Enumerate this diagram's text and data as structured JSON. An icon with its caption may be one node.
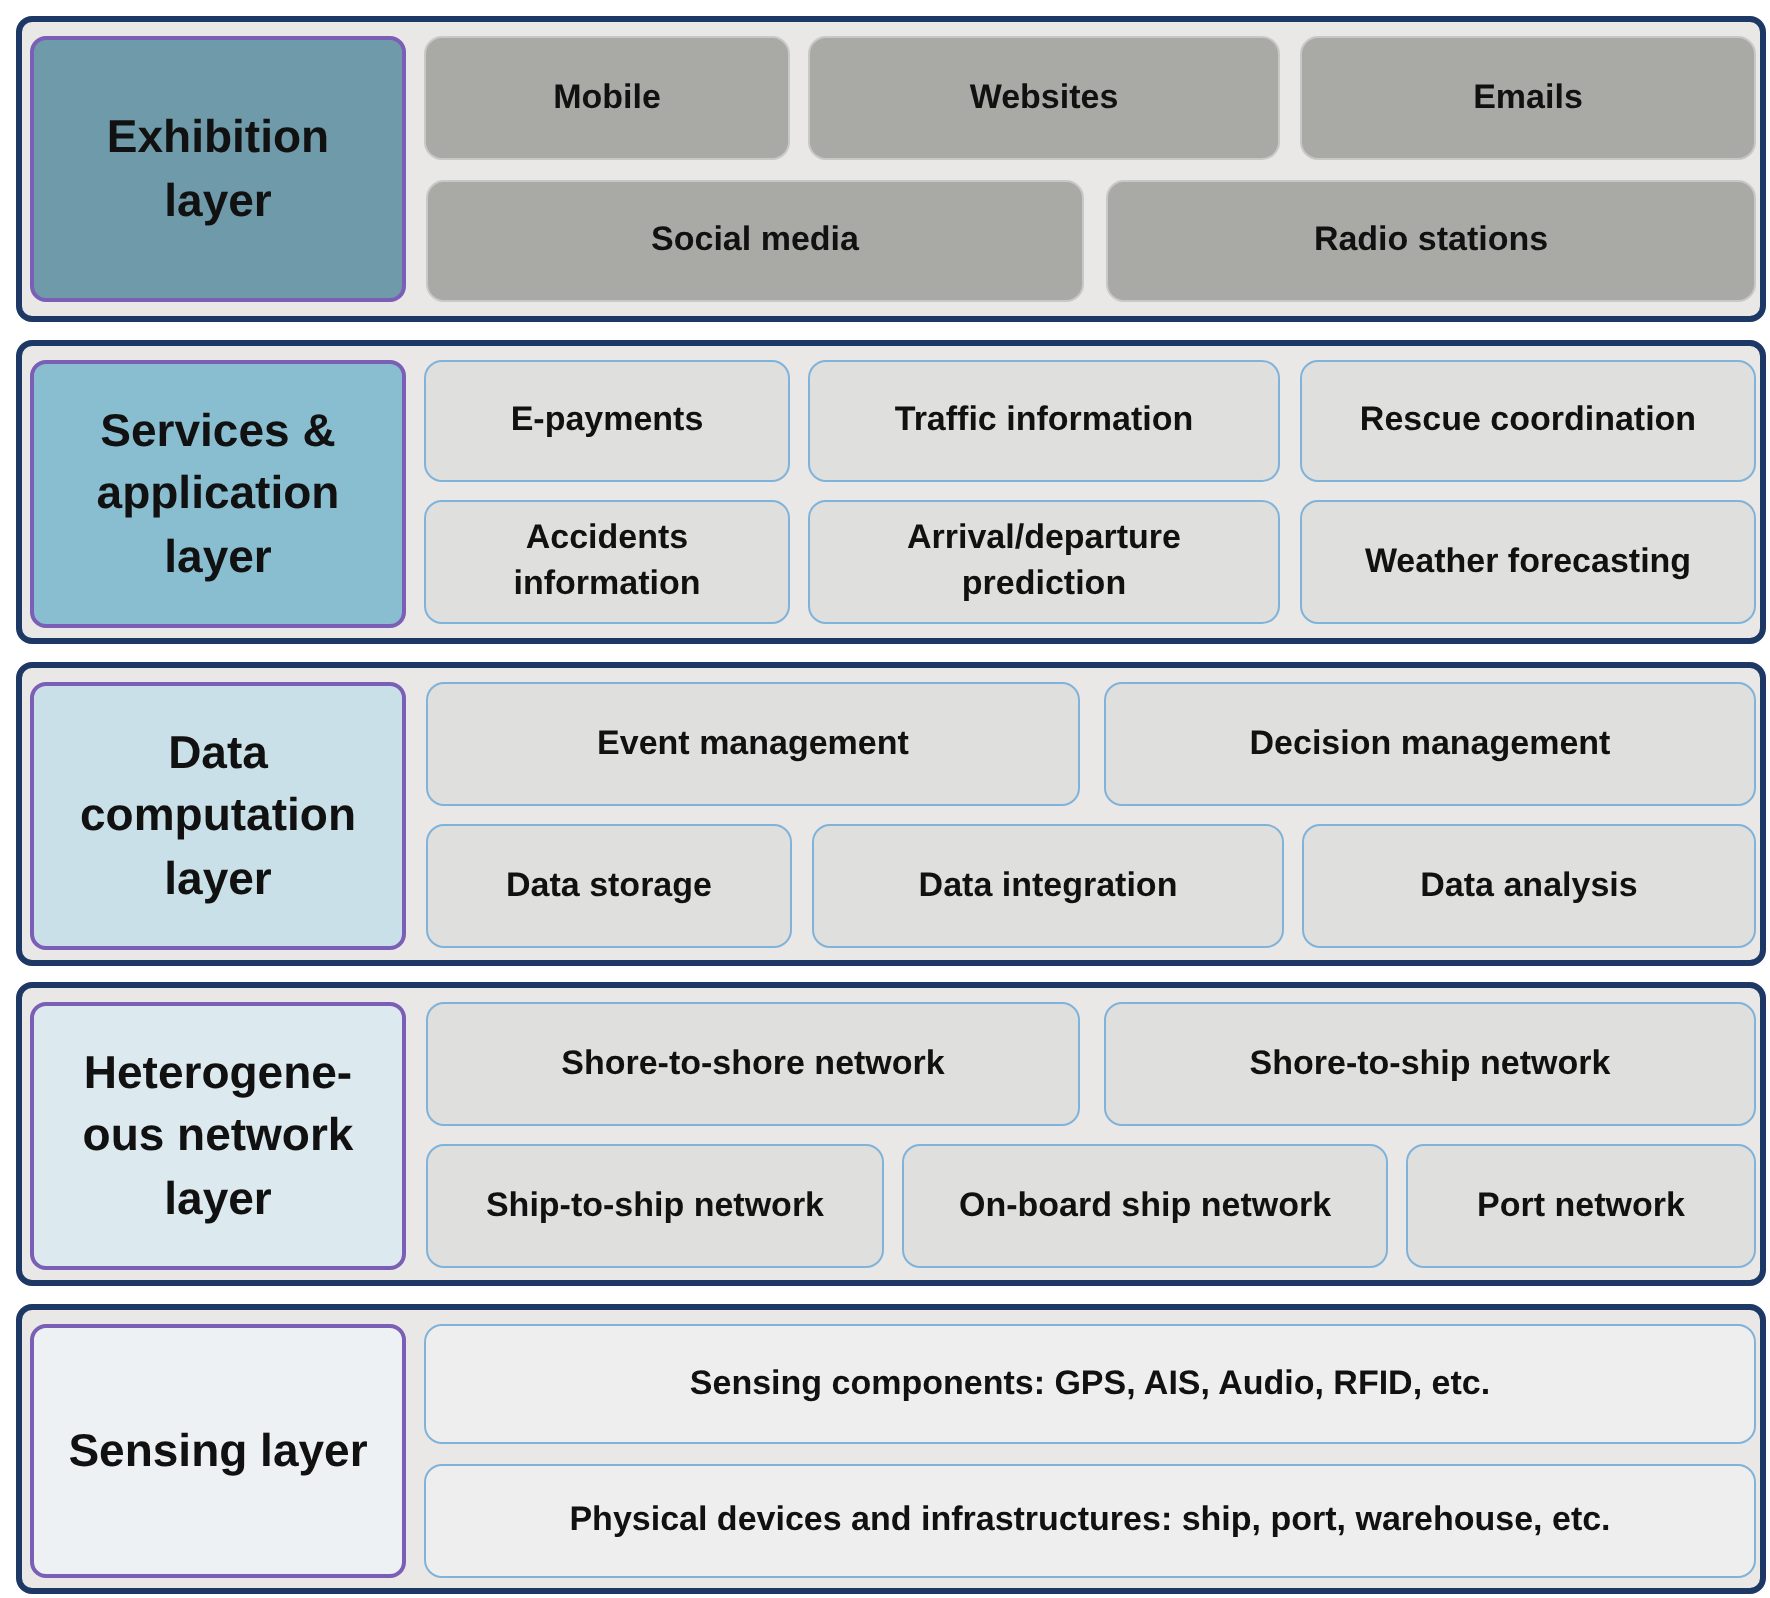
{
  "diagram": {
    "nodes": [
      {
        "text": [],
        "shape": "box"
      },
      {
        "text": [
          "Exhibition layer"
        ],
        "in": 0
      },
      {
        "text": [
          "Mobile"
        ],
        "in": 0
      },
      {
        "text": [
          "Websites"
        ],
        "in": 0
      },
      {
        "text": [
          "Emails"
        ],
        "in": 0
      },
      {
        "text": [
          "Social media"
        ],
        "in": 0
      },
      {
        "text": [
          "Radio stations"
        ],
        "in": 0
      },
      {
        "text": [],
        "shape": "box"
      },
      {
        "text": [
          "Services & application layer"
        ],
        "in": 7
      },
      {
        "text": [
          "E-payments"
        ],
        "in": 7
      },
      {
        "text": [
          "Traffic information"
        ],
        "in": 7
      },
      {
        "text": [
          "Rescue coordination"
        ],
        "in": 7
      },
      {
        "text": [
          "Accidents information"
        ],
        "in": 7
      },
      {
        "text": [
          "Arrival/departure prediction"
        ],
        "in": 7
      },
      {
        "text": [
          "Weather forecasting"
        ],
        "in": 7
      },
      {
        "text": [],
        "shape": "box"
      },
      {
        "text": [
          "Data computation layer"
        ],
        "in": 15
      },
      {
        "text": [
          "Event management"
        ],
        "in": 15
      },
      {
        "text": [
          "Decision management"
        ],
        "in": 15
      },
      {
        "text": [
          "Data storage"
        ],
        "in": 15
      },
      {
        "text": [
          "Data integration"
        ],
        "in": 15
      },
      {
        "text": [
          "Data analysis"
        ],
        "in": 15
      },
      {
        "text": [],
        "shape": "box"
      },
      {
        "text": [
          "Heterogene- ous network layer"
        ],
        "in": 22
      },
      {
        "text": [
          "Shore-to-shore network"
        ],
        "in": 22
      },
      {
        "text": [
          "Shore-to-ship network"
        ],
        "in": 22
      },
      {
        "text": [
          "Ship-to-ship network"
        ],
        "in": 22
      },
      {
        "text": [
          "On-board ship network"
        ],
        "in": 22
      },
      {
        "text": [
          "Port network"
        ],
        "in": 22
      },
      {
        "text": [],
        "shape": "box"
      },
      {
        "text": [
          "Sensing layer"
        ],
        "in": 29
      },
      {
        "text": [
          "Sensing components: GPS, AIS, Audio, RFID, etc."
        ],
        "in": 29
      },
      {
        "text": [
          "Physical devices and infrastructures: ship, port, warehouse, etc."
        ],
        "in": 29
      }
    ]
  }
}
